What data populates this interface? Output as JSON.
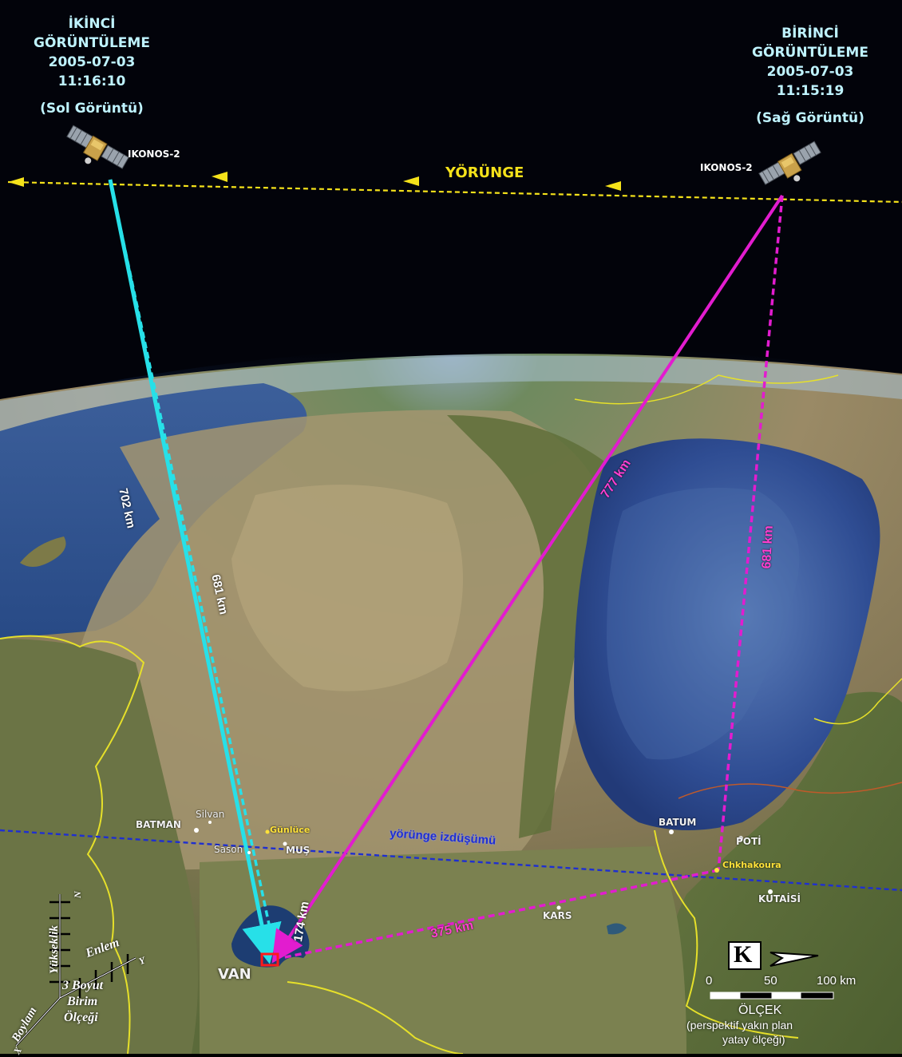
{
  "left_title": {
    "line1": "İKİNCİ",
    "line2": "GÖRÜNTÜLEME",
    "date": "2005-07-03",
    "time": "11:16:10",
    "sub": "(Sol Görüntü)"
  },
  "right_title": {
    "line1": "BİRİNCİ",
    "line2": "GÖRÜNTÜLEME",
    "date": "2005-07-03",
    "time": "11:15:19",
    "sub": "(Sağ Görüntü)"
  },
  "satellites": {
    "left_label": "IKONOS-2",
    "right_label": "IKONOS-2"
  },
  "orbit": {
    "label": "YÖRÜNGE",
    "ground_track_label": "yörünge izdüşümü"
  },
  "distances": {
    "left_slant": "702 km",
    "left_vertical": "681 km",
    "right_slant": "777 km",
    "right_vertical": "681 km",
    "left_ground": "174 km",
    "right_ground": "375 km"
  },
  "cities": {
    "batman": "BATMAN",
    "silvan": "Silvan",
    "gunluce": "Günlüce",
    "sason": "Sason",
    "mus": "MUŞ",
    "van": "VAN",
    "batum": "BATUM",
    "poti": "POTİ",
    "chkhakoura": "Chkhakoura",
    "kutaisi": "KUTAİSİ",
    "kars": "KARS"
  },
  "axis_legend": {
    "z": "Yükseklik",
    "y": "Enlem",
    "x": "Boylam",
    "n": "N",
    "y_letter": "Y",
    "x_letter": "X",
    "line1": "3 Boyut",
    "line2": "Birim",
    "line3": "Ölçeği"
  },
  "scale_bar": {
    "north": "K",
    "tick0": "0",
    "tick1": "50",
    "tick2": "100 km",
    "title": "ÖLÇEK",
    "sub1": "(perspektif yakın plan",
    "sub2": "yatay ölçeği)"
  },
  "colors": {
    "left_ray": "#27e0e8",
    "right_ray": "#e21ccf",
    "orbit": "#f5e21a",
    "ground_track": "#1f2fd0",
    "borders": "#e6e02a"
  }
}
